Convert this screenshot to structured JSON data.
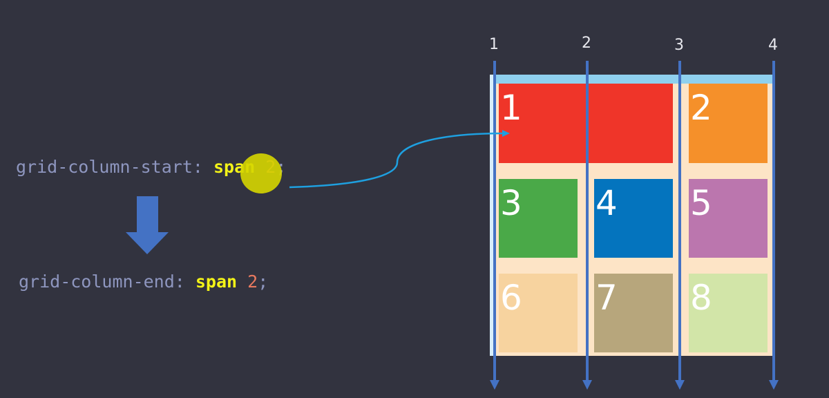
{
  "code": {
    "line1": {
      "property": "grid-column-start: ",
      "keyword": "span",
      "value": " 2",
      "end": ";"
    },
    "line2": {
      "property": "grid-column-end: ",
      "keyword": "span",
      "value": " 2",
      "end": ";"
    }
  },
  "grid_line_labels": [
    "1",
    "2",
    "3",
    "4"
  ],
  "items": [
    {
      "label": "1",
      "color": "#ef3529"
    },
    {
      "label": "2",
      "color": "#f5902a"
    },
    {
      "label": "3",
      "color": "#4aa948"
    },
    {
      "label": "4",
      "color": "#0474be"
    },
    {
      "label": "5",
      "color": "#bb76ae"
    },
    {
      "label": "6",
      "color": "#f7d39f"
    },
    {
      "label": "7",
      "color": "#b7a67c"
    },
    {
      "label": "8",
      "color": "#d2e5a8"
    }
  ]
}
